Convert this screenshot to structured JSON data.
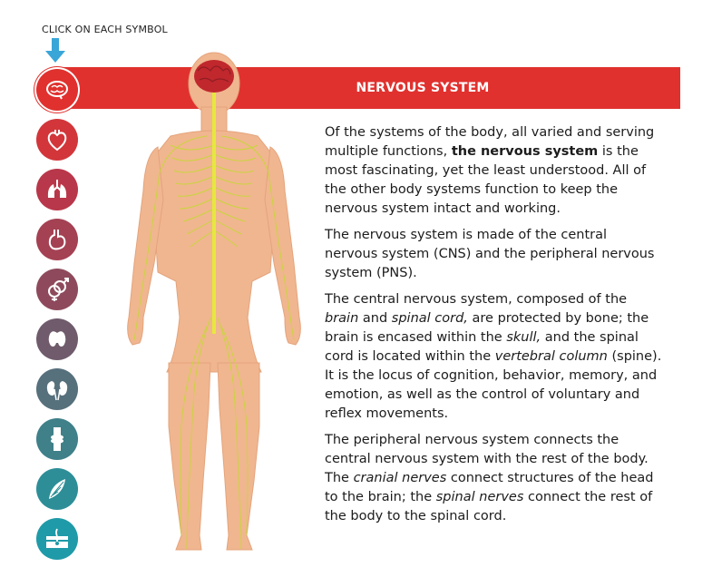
{
  "instruction": "CLICK ON EACH SYMBOL",
  "banner": {
    "title": "NERVOUS SYSTEM",
    "color": "#e0312e"
  },
  "symbols": [
    {
      "name": "brain-icon",
      "color": "#e0312e",
      "active": true
    },
    {
      "name": "heart-icon",
      "color": "#d2363a"
    },
    {
      "name": "lungs-icon",
      "color": "#b9374a"
    },
    {
      "name": "stomach-icon",
      "color": "#a44153"
    },
    {
      "name": "gender-symbols-icon",
      "color": "#8e4a5c"
    },
    {
      "name": "thyroid-icon",
      "color": "#6f5b6b"
    },
    {
      "name": "kidneys-icon",
      "color": "#56707c"
    },
    {
      "name": "joint-icon",
      "color": "#3f8089"
    },
    {
      "name": "muscle-icon",
      "color": "#2d8e98"
    },
    {
      "name": "skin-icon",
      "color": "#1f9aa8"
    }
  ],
  "content": {
    "p1_a": "Of the systems of the body, all varied and serving multiple functions, ",
    "p1_b": "the nervous system",
    "p1_c": " is the most fascinating, yet the least understood. All of the other body systems function to keep the nervous system intact and working.",
    "p2": "The nervous system is made of the central nervous system (CNS) and the peripheral nervous system (PNS).",
    "p3_a": "The central nervous system, composed of the ",
    "p3_b": "brain",
    "p3_c": " and ",
    "p3_d": "spinal cord,",
    "p3_e": " are protected by bone; the brain is encased within the ",
    "p3_f": "skull,",
    "p3_g": " and the spinal cord is located within the ",
    "p3_h": "vertebral column",
    "p3_i": " (spine). It is the locus of cognition, behavior, memory, and emotion, as well as the control of voluntary and reflex movements.",
    "p4_a": "The peripheral nervous system connects the central nervous system with the rest of the body. The ",
    "p4_b": "cranial nerves",
    "p4_c": " connect structures of the head to the brain; the ",
    "p4_d": "spinal nerves",
    "p4_e": " connect the rest of the body to the spinal cord."
  },
  "colors": {
    "skin": "#f0b690",
    "nerve": "#c8d63a",
    "cord": "#e6e83c",
    "brain": "#c0282d",
    "arrow": "#3aa6d8"
  }
}
